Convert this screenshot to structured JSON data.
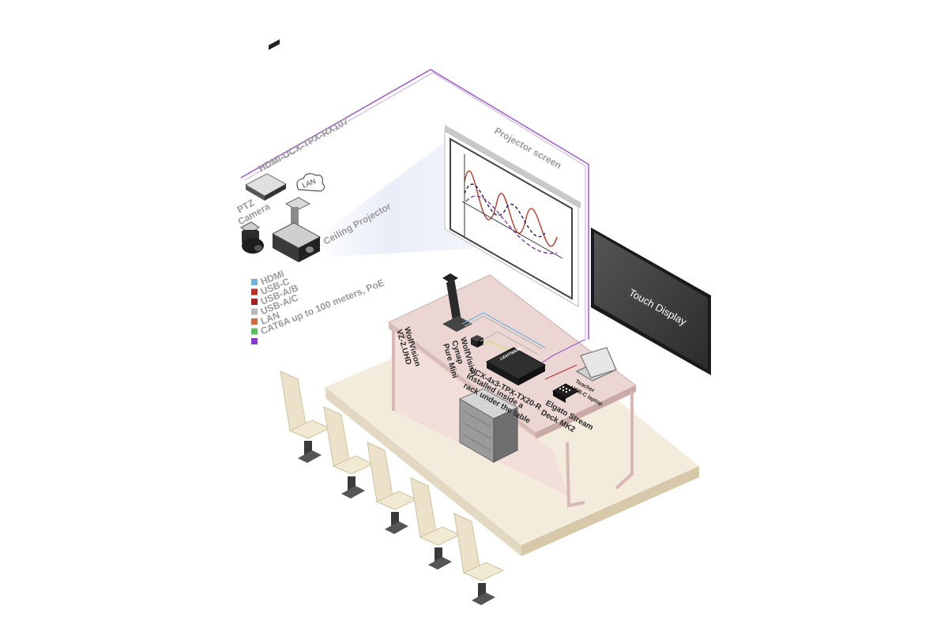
{
  "labels": {
    "rx_device": "HDMI-UCX-TPX-RX107",
    "lan_cloud": "LAN",
    "ptz_camera_line1": "PTZ",
    "ptz_camera_line2": "Camera",
    "ceiling_projector": "Ceiling Projector",
    "projector_screen": "Projector screen",
    "touch_display": "Touch Display",
    "vz2uhd_line1": "WolfVision",
    "vz2uhd_line2": "VZ-2.UHD",
    "cynap_line1": "WolfVision",
    "cynap_line2": "Cynap",
    "cynap_line3": "Pure Mini",
    "ucx_device": "UCX-4x3-TPX-TX20-R",
    "ucx_brand": "LIGHTWARE",
    "teacher_line1": "Teacher",
    "teacher_line2": "USB-C laptop",
    "elgato_line1": "Elgato Stream",
    "elgato_line2": "Deck MK2",
    "rack_line1": "Installed inside a",
    "rack_line2": "rack under the table"
  },
  "legend": [
    {
      "label": "HDMI",
      "color": "#6fb2dc"
    },
    {
      "label": "USB-C",
      "color": "#c0302b"
    },
    {
      "label": "USB-A/B",
      "color": "#a91f1f"
    },
    {
      "label": "USB-A/C",
      "color": "#b8b8b8"
    },
    {
      "label": "LAN",
      "color": "#d06a44"
    },
    {
      "label": "CAT6A up to 100 meters, PoE",
      "color": "#5fbf5c"
    },
    {
      "label": "",
      "color": "#8a3ad0"
    }
  ],
  "colors": {
    "cat_cable": "#9b59d0",
    "desk_top": "#ecd9d6",
    "platform": "#efe6d3",
    "chair": "#ece2c9",
    "chair_leg": "#3a3a3a"
  }
}
